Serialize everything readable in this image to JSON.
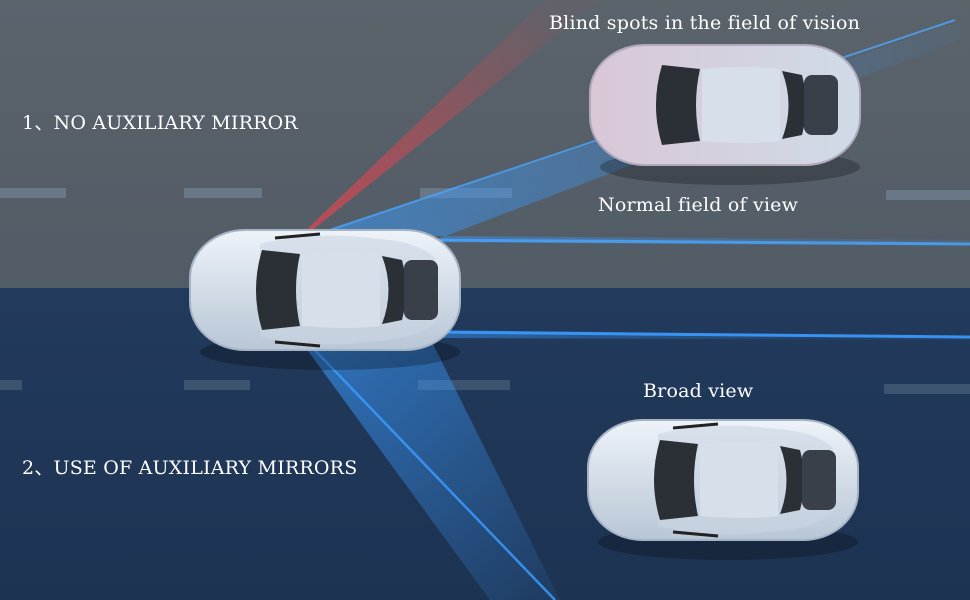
{
  "sections": {
    "no_mirror": {
      "title": "1、NO AUXILIARY MIRROR"
    },
    "with_mirror": {
      "title": "2、USE OF AUXILIARY MIRRORS"
    }
  },
  "annotations": {
    "blind_spot": "Blind spots in the field of vision",
    "normal_view": "Normal field of view",
    "broad_view": "Broad view"
  },
  "colors": {
    "top_panel": "#565f69",
    "bottom_panel": "#203759",
    "blind_spot_beam": "#e2454f",
    "view_beam": "#3a9bff",
    "car_body": "#d8e2ee",
    "lane_marking": "#7f8fa3"
  },
  "icons": {
    "ego_car": "car-top-view",
    "other_car": "car-top-view"
  }
}
